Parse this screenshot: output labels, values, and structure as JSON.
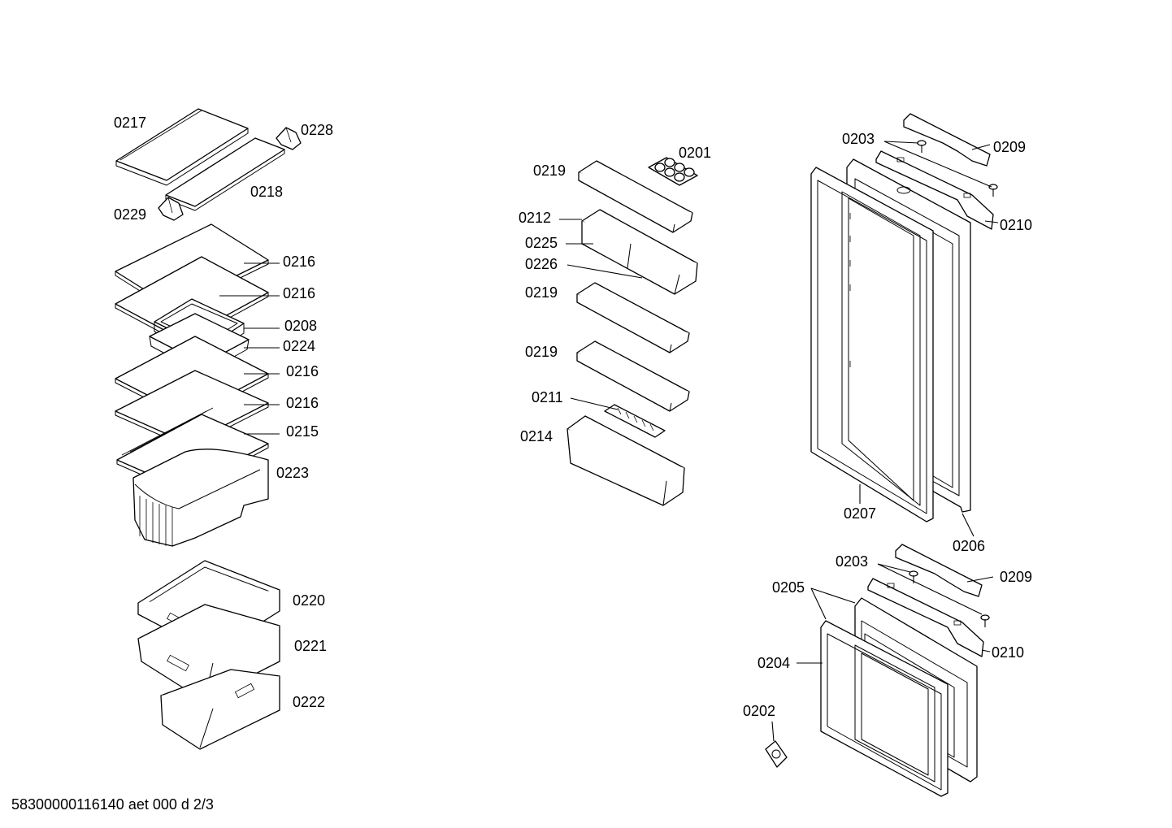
{
  "footer": {
    "doc_id": "58300000116140 aet 000 d 2/3"
  },
  "labels": {
    "l0217": "0217",
    "l0228": "0228",
    "l0218": "0218",
    "l0229": "0229",
    "l0216a": "0216",
    "l0216b": "0216",
    "l0208": "0208",
    "l0224": "0224",
    "l0216c": "0216",
    "l0216d": "0216",
    "l0215": "0215",
    "l0223": "0223",
    "l0220": "0220",
    "l0221": "0221",
    "l0222": "0222",
    "l0219a": "0219",
    "l0201": "0201",
    "l0212": "0212",
    "l0225": "0225",
    "l0226": "0226",
    "l0219b": "0219",
    "l0219c": "0219",
    "l0211": "0211",
    "l0214": "0214",
    "l0203a": "0203",
    "l0209a": "0209",
    "l0210a": "0210",
    "l0207": "0207",
    "l0206": "0206",
    "l0203b": "0203",
    "l0209b": "0209",
    "l0205": "0205",
    "l0210b": "0210",
    "l0204": "0204",
    "l0202": "0202"
  }
}
